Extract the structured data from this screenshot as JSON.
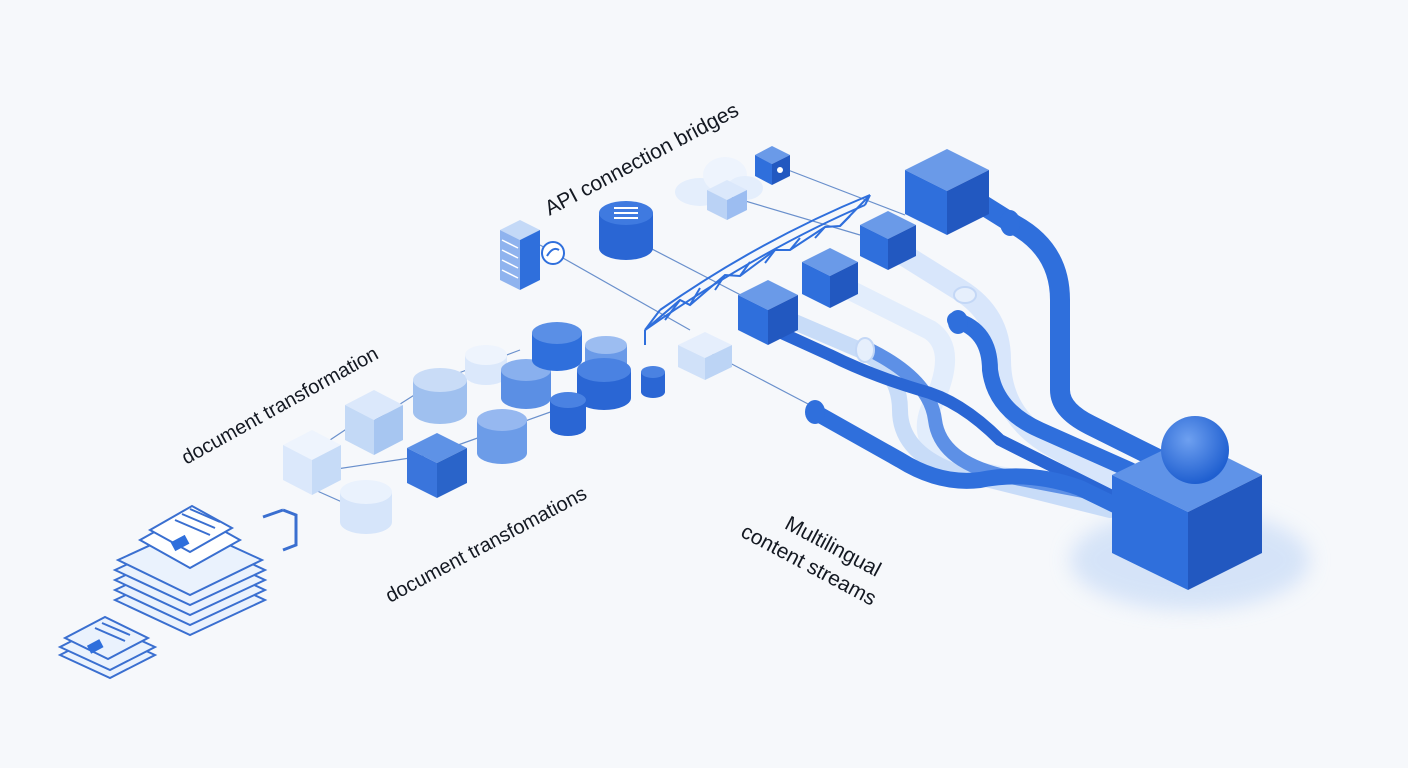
{
  "labels": {
    "api": "API connection bridges",
    "doc_transformation": "document transformation",
    "doc_transformations": "document transfomations",
    "multilingual_line1": "Multilingual",
    "multilingual_line2": "content streams"
  },
  "colors": {
    "background": "#f6f8fb",
    "blue_primary": "#2f6fdc",
    "blue_light": "#a9c8f3",
    "blue_pale": "#dce9fb",
    "line": "#5b86c8"
  }
}
